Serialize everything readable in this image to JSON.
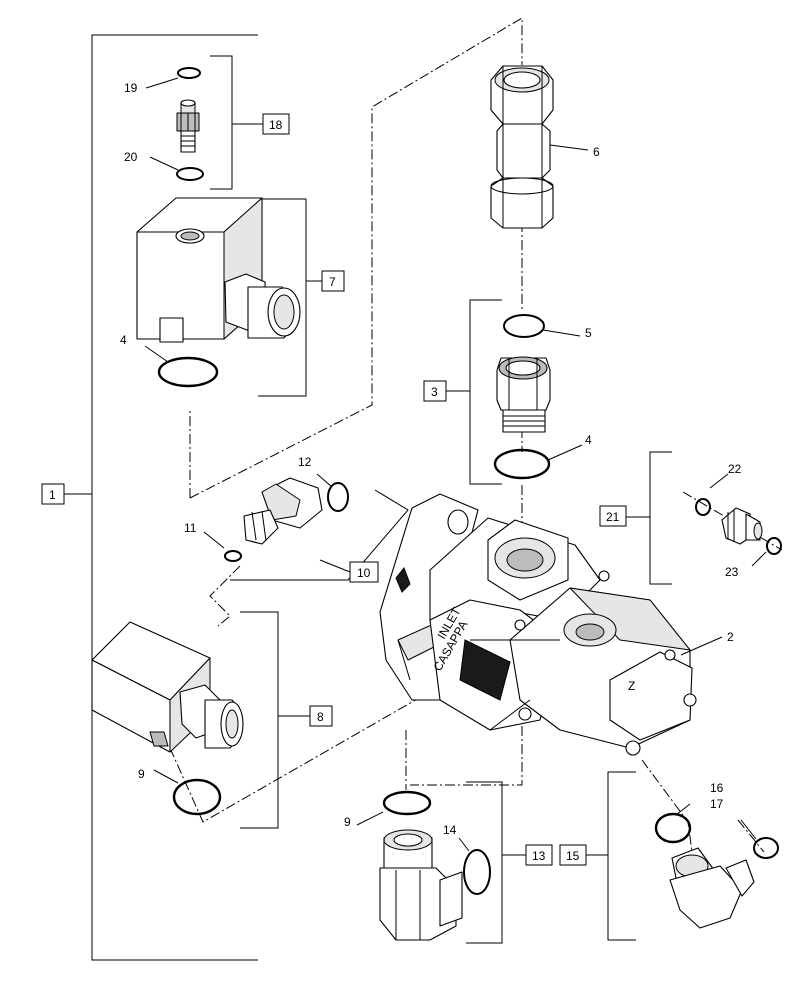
{
  "callouts": {
    "c1": "1",
    "c2": "2",
    "c3": "3",
    "c4a": "4",
    "c4b": "4",
    "c5": "5",
    "c6": "6",
    "c7": "7",
    "c8": "8",
    "c9a": "9",
    "c9b": "9",
    "c10": "10",
    "c11": "11",
    "c12": "12",
    "c13": "13",
    "c14": "14",
    "c15": "15",
    "c16": "16",
    "c17": "17",
    "c18": "18",
    "c19": "19",
    "c20": "20",
    "c21": "21",
    "c22": "22",
    "c23": "23"
  },
  "pump_markings": {
    "label_a": "CASAPPA",
    "label_b": "INLET",
    "rotation": "Z"
  }
}
